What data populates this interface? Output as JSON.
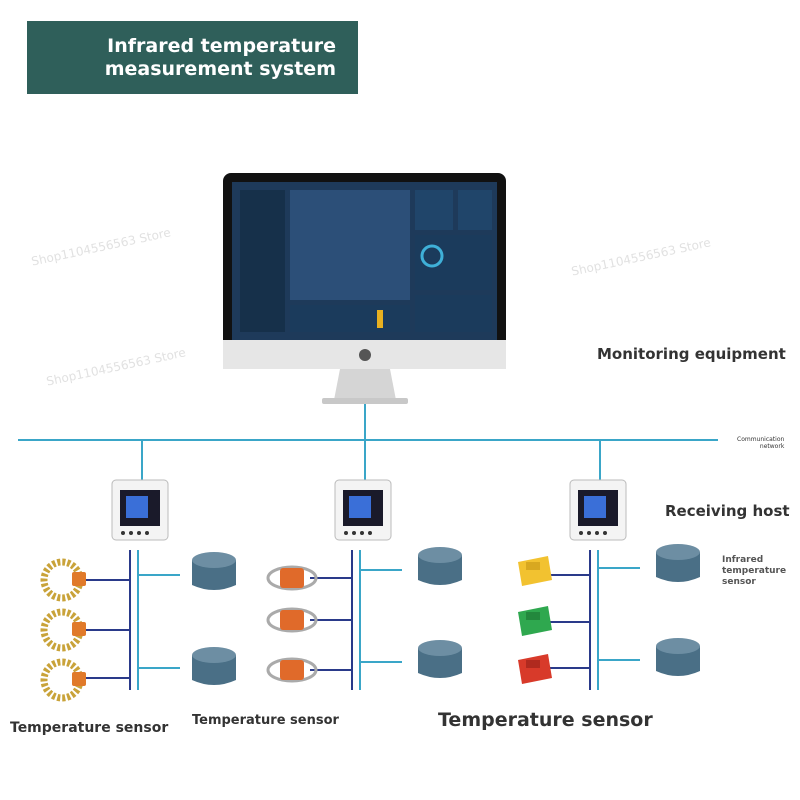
{
  "title": "Infrared temperature\nmeasurement system",
  "labels": {
    "monitoring": "Monitoring equipment",
    "communication": "Communication\nnetwork",
    "receiving": "Receiving host",
    "infrared": "Infrared\ntemperature\nsensor",
    "temp_sensor_1": "Temperature sensor",
    "temp_sensor_2": "Temperature sensor",
    "temp_sensor_3": "Temperature sensor"
  },
  "watermark": "Shop1104556563 Store",
  "colors": {
    "title_bg": "#2f5f5a",
    "network_line": "#3aa6c8",
    "bus_line": "#2a3a8a",
    "sensor_body": "#4a6f86",
    "ring_gold": "#c9a33a",
    "ring_orange": "#e06a2a",
    "clip_yellow": "#f2c230",
    "clip_green": "#2fa84f",
    "clip_red": "#d83a2a"
  }
}
